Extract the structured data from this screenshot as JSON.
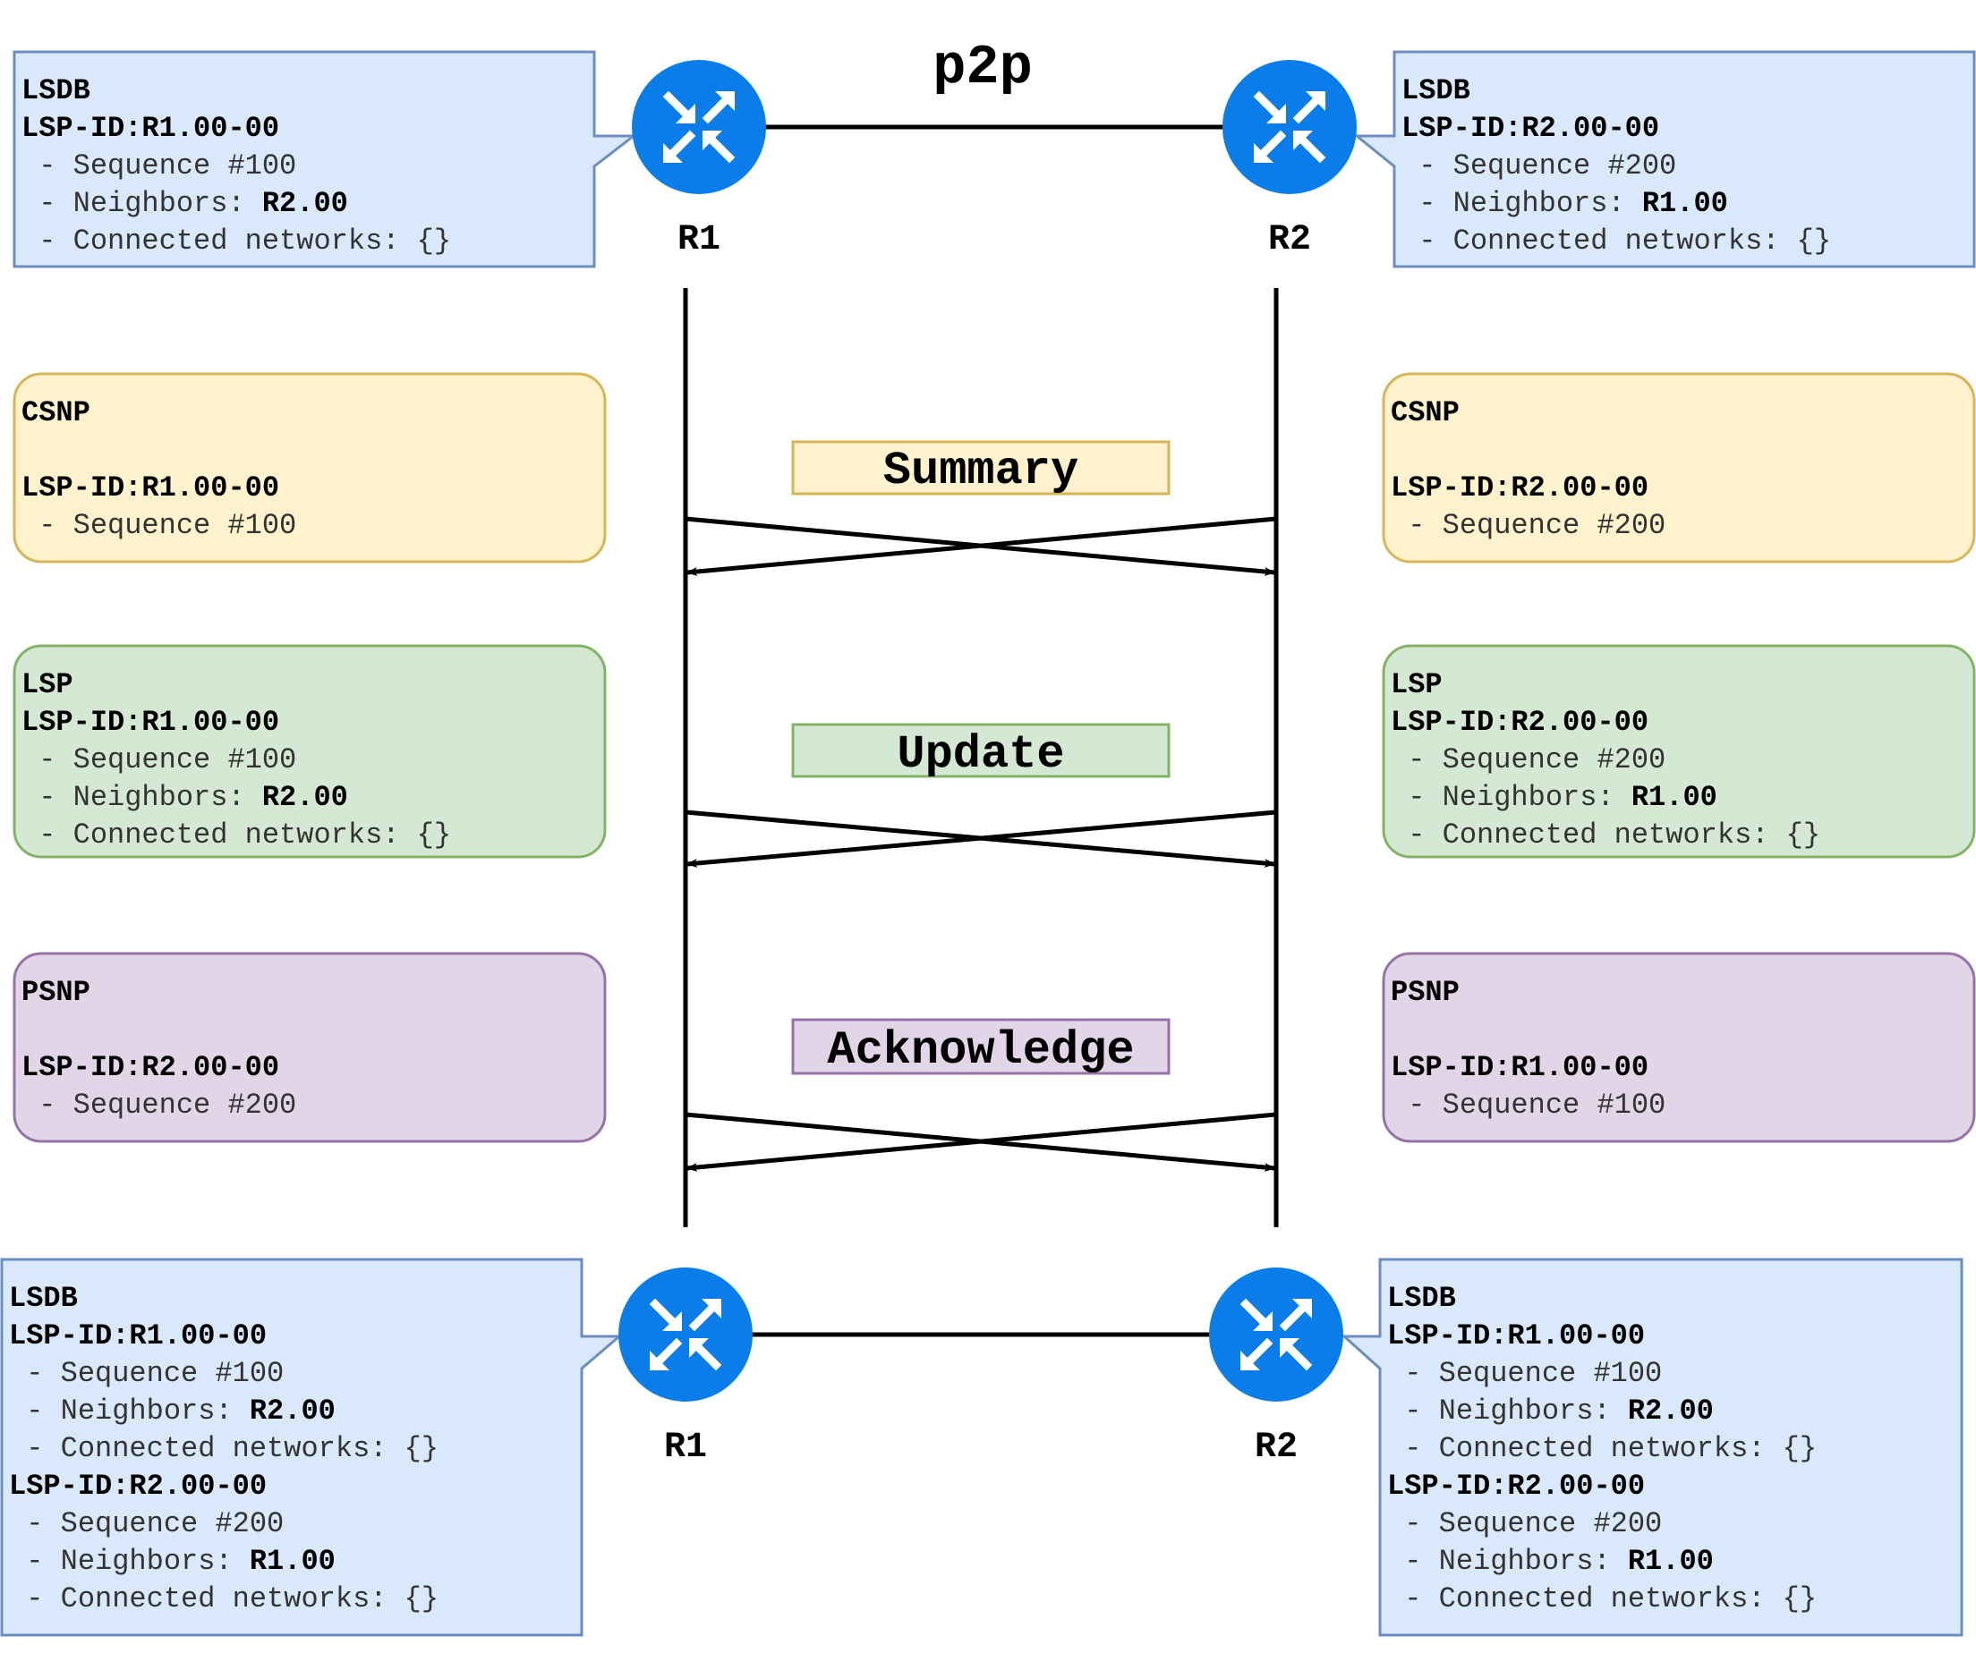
{
  "diagram": {
    "link_label": "p2p",
    "colors": {
      "router": "#0a7de8",
      "lsdb_fill": "#dae8fc",
      "lsdb_stroke": "#6c8ebf",
      "csnp_fill": "#fff2cc",
      "csnp_stroke": "#d6b656",
      "lsp_fill": "#d5e8d4",
      "lsp_stroke": "#82b366",
      "psnp_fill": "#e1d5e7",
      "psnp_stroke": "#9673a6"
    },
    "routers": {
      "top_left": "R1",
      "top_right": "R2",
      "bottom_left": "R1",
      "bottom_right": "R2"
    },
    "phases": {
      "summary": "Summary",
      "update": "Update",
      "acknowledge": "Acknowledge"
    },
    "lsdb_top_left": {
      "title": "LSDB",
      "lsp_id": "LSP-ID:R1.00-00",
      "sequence": " - Sequence #100",
      "neighbors_label": " - Neighbors: ",
      "neighbors_value": "R2.00",
      "connected": " - Connected networks: {}"
    },
    "lsdb_top_right": {
      "title": "LSDB",
      "lsp_id": "LSP-ID:R2.00-00",
      "sequence": " - Sequence #200",
      "neighbors_label": " - Neighbors: ",
      "neighbors_value": "R1.00",
      "connected": " - Connected networks: {}"
    },
    "csnp_left": {
      "title": "CSNP",
      "lsp_id": "LSP-ID:R1.00-00",
      "sequence": " - Sequence #100"
    },
    "csnp_right": {
      "title": "CSNP",
      "lsp_id": "LSP-ID:R2.00-00",
      "sequence": " - Sequence #200"
    },
    "lsp_left": {
      "title": "LSP",
      "lsp_id": "LSP-ID:R1.00-00",
      "sequence": " - Sequence #100",
      "neighbors_label": " - Neighbors: ",
      "neighbors_value": "R2.00",
      "connected": " - Connected networks: {}"
    },
    "lsp_right": {
      "title": "LSP",
      "lsp_id": "LSP-ID:R2.00-00",
      "sequence": " - Sequence #200",
      "neighbors_label": " - Neighbors: ",
      "neighbors_value": "R1.00",
      "connected": " - Connected networks: {}"
    },
    "psnp_left": {
      "title": "PSNP",
      "lsp_id": "LSP-ID:R2.00-00",
      "sequence": " - Sequence #200"
    },
    "psnp_right": {
      "title": "PSNP",
      "lsp_id": "LSP-ID:R1.00-00",
      "sequence": " - Sequence #100"
    },
    "lsdb_bottom_left": {
      "title": "LSDB",
      "entry1_id": "LSP-ID:R1.00-00",
      "entry1_sequence": " - Sequence #100",
      "entry1_neighbors_label": " - Neighbors: ",
      "entry1_neighbors_value": "R2.00",
      "entry1_connected": " - Connected networks: {}",
      "entry2_id": "LSP-ID:R2.00-00",
      "entry2_sequence": " - Sequence #200",
      "entry2_neighbors_label": " - Neighbors: ",
      "entry2_neighbors_value": "R1.00",
      "entry2_connected": " - Connected networks: {}"
    },
    "lsdb_bottom_right": {
      "title": "LSDB",
      "entry1_id": "LSP-ID:R1.00-00",
      "entry1_sequence": " - Sequence #100",
      "entry1_neighbors_label": " - Neighbors: ",
      "entry1_neighbors_value": "R2.00",
      "entry1_connected": " - Connected networks: {}",
      "entry2_id": "LSP-ID:R2.00-00",
      "entry2_sequence": " - Sequence #200",
      "entry2_neighbors_label": " - Neighbors: ",
      "entry2_neighbors_value": "R1.00",
      "entry2_connected": " - Connected networks: {}"
    }
  }
}
